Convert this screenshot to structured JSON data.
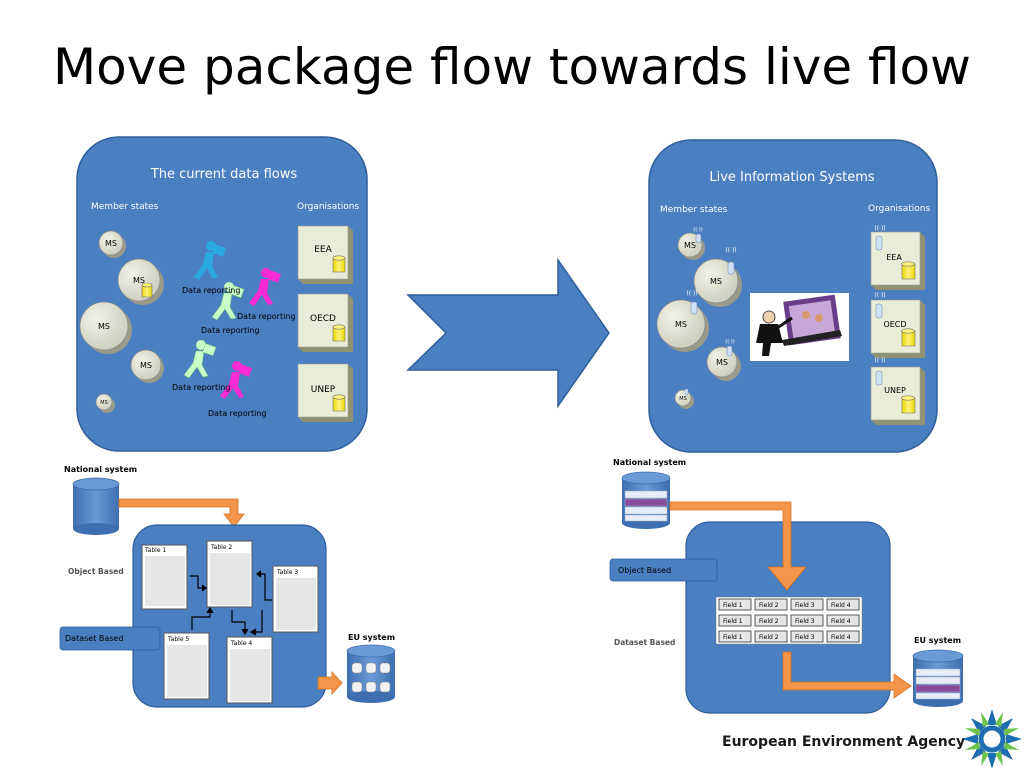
{
  "title": "Move package flow towards live flow",
  "left_panel": {
    "heading": "The current data flows",
    "member_states_label": "Member states",
    "organisations_label": "Organisations",
    "ms_label": "MS",
    "data_reporting_label": "Data reporting",
    "orgs": [
      "EEA",
      "OECD",
      "UNEP"
    ]
  },
  "right_panel": {
    "heading": "Live Information Systems",
    "member_states_label": "Member states",
    "organisations_label": "Organisations",
    "ms_label": "MS",
    "orgs": [
      "EEA",
      "OECD",
      "UNEP"
    ]
  },
  "bottom_left": {
    "national_system": "National system",
    "object_based": "Object Based",
    "dataset_based": "Dataset Based",
    "eu_system": "EU system",
    "tables": [
      "Table 1",
      "Table 2",
      "Table 3",
      "Table 4",
      "Table 5"
    ]
  },
  "bottom_right": {
    "national_system": "National system",
    "object_based": "Object Based",
    "dataset_based": "Dataset Based",
    "eu_system": "EU system",
    "field_rows": [
      [
        "Field 1",
        "Field 2",
        "Field 3",
        "Field 4"
      ],
      [
        "Field 1",
        "Field 2",
        "Field 3",
        "Field 4"
      ],
      [
        "Field 1",
        "Field 2",
        "Field 3",
        "Field 4"
      ]
    ]
  },
  "footer": {
    "agency": "European Environment Agency"
  },
  "colors": {
    "panel_blue": "#4a7fc1",
    "ms_circle": "#dcdccc",
    "org_box": "#e9ecd6",
    "flow_arrow": "#f5954a",
    "big_arrow": "#4a7fc1"
  }
}
